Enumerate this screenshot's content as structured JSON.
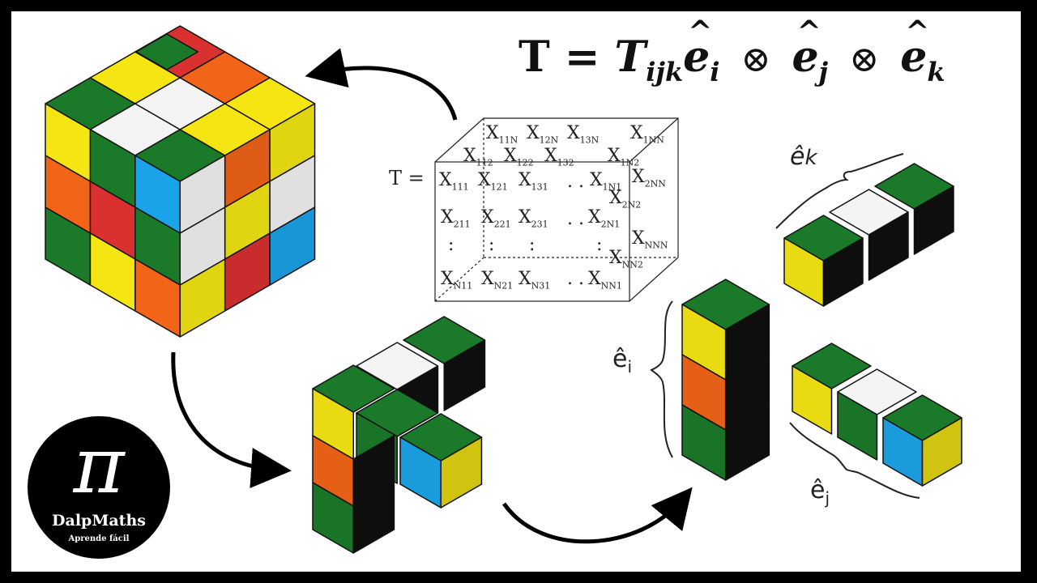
{
  "formula": {
    "bold_T": "T",
    "equals": "=",
    "tensor_T": "T",
    "indices": "ijk",
    "e": "e",
    "sub_i": "i",
    "sub_j": "j",
    "sub_k": "k",
    "otimes": "⊗"
  },
  "matrix": {
    "prefix": "T =",
    "entries": [
      {
        "x": "X",
        "s": "11N"
      },
      {
        "x": "X",
        "s": "12N"
      },
      {
        "x": "X",
        "s": "13N"
      },
      {
        "x": "X",
        "s": "1NN"
      },
      {
        "x": "X",
        "s": "112"
      },
      {
        "x": "X",
        "s": "122"
      },
      {
        "x": "X",
        "s": "132"
      },
      {
        "x": "X",
        "s": "1N2"
      },
      {
        "x": "X",
        "s": "111"
      },
      {
        "x": "X",
        "s": "121"
      },
      {
        "x": "X",
        "s": "131"
      },
      {
        "x": "X",
        "s": "1N1"
      },
      {
        "x": "X",
        "s": "2NN"
      },
      {
        "x": "X",
        "s": "2N2"
      },
      {
        "x": "X",
        "s": "211"
      },
      {
        "x": "X",
        "s": "221"
      },
      {
        "x": "X",
        "s": "231"
      },
      {
        "x": "X",
        "s": "2N1"
      },
      {
        "x": "X",
        "s": "NNN"
      },
      {
        "x": "X",
        "s": "NN2"
      },
      {
        "x": "X",
        "s": "N11"
      },
      {
        "x": "X",
        "s": "N21"
      },
      {
        "x": "X",
        "s": "N31"
      },
      {
        "x": "X",
        "s": "NN1"
      }
    ],
    "dots_h": ". .",
    "dots_v": ":"
  },
  "basis": {
    "e_k": "ê",
    "k": "k",
    "e_i": "ê",
    "i": "i",
    "e_j": "ê",
    "j": "j"
  },
  "logo": {
    "symbol": "π",
    "name": "DalpMaths",
    "tagline": "Aprende fácil"
  },
  "colors": {
    "green": "#1a7a2a",
    "yellow": "#f5e613",
    "orange": "#f26418",
    "red": "#d93030",
    "blue": "#1aa3e8",
    "white": "#f4f4f4",
    "black": "#111111"
  }
}
